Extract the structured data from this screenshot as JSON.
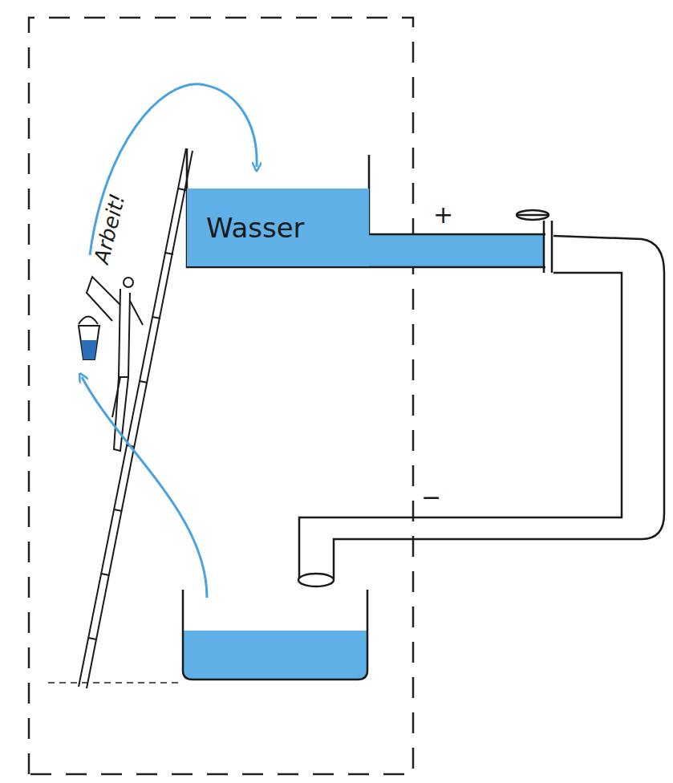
{
  "diagram": {
    "nodes": [
      {
        "text": [
          "Wasser"
        ]
      }
    ],
    "labels": [
      "Arbeit!",
      "+",
      "−"
    ]
  }
}
